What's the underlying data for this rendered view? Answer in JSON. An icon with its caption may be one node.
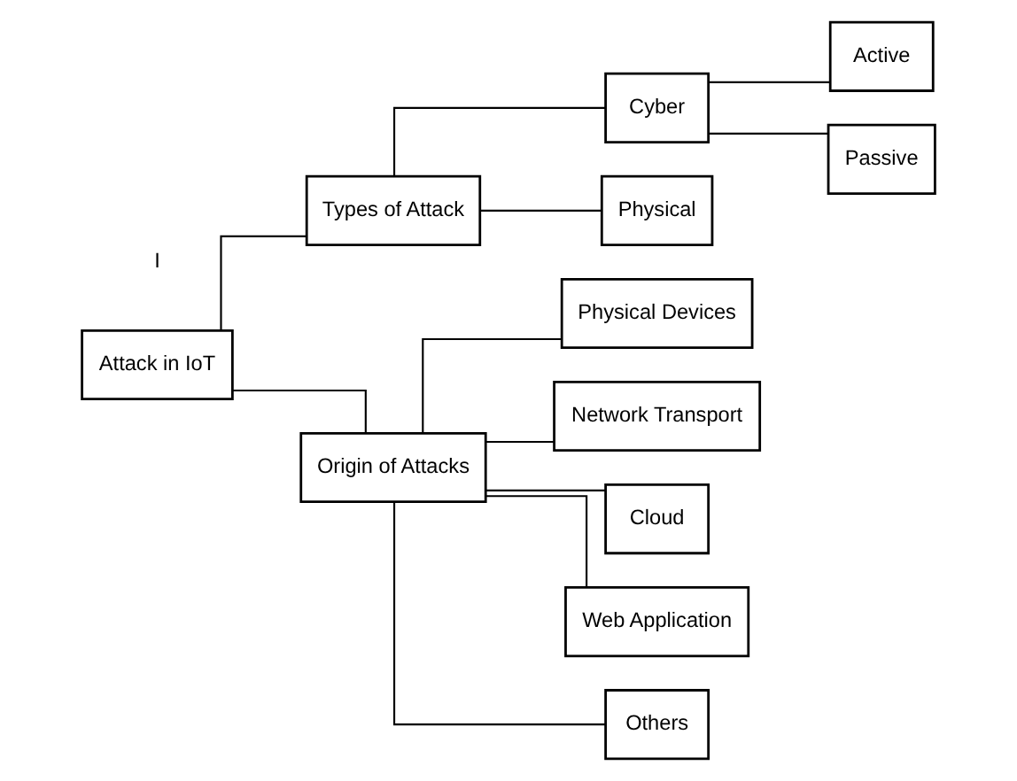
{
  "diagram": {
    "nodes": [
      {
        "text": [
          "Attack in IoT"
        ]
      },
      {
        "text": [
          "Types of Attack"
        ]
      },
      {
        "text": [
          "Cyber"
        ]
      },
      {
        "text": [
          "Active"
        ]
      },
      {
        "text": [
          "Passive"
        ]
      },
      {
        "text": [
          "Physical"
        ]
      },
      {
        "text": [
          "Origin of Attacks"
        ]
      },
      {
        "text": [
          "Physical Devices"
        ]
      },
      {
        "text": [
          "Network Transport"
        ]
      },
      {
        "text": [
          "Cloud"
        ]
      },
      {
        "text": [
          "Web Application"
        ]
      },
      {
        "text": [
          "Others"
        ]
      }
    ],
    "edges": [
      {
        "from": 0,
        "to": 1,
        "arrow": "none"
      },
      {
        "from": 0,
        "to": 6,
        "arrow": "none"
      },
      {
        "from": 1,
        "to": 2,
        "arrow": "none"
      },
      {
        "from": 1,
        "to": 5,
        "arrow": "none"
      },
      {
        "from": 2,
        "to": 3,
        "arrow": "none"
      },
      {
        "from": 2,
        "to": 4,
        "arrow": "none"
      },
      {
        "from": 6,
        "to": 7,
        "arrow": "none"
      },
      {
        "from": 6,
        "to": 8,
        "arrow": "none"
      },
      {
        "from": 6,
        "to": 9,
        "arrow": "none"
      },
      {
        "from": 6,
        "to": 10,
        "arrow": "none"
      },
      {
        "from": 6,
        "to": 11,
        "arrow": "none"
      }
    ],
    "labels": [
      "I"
    ]
  }
}
